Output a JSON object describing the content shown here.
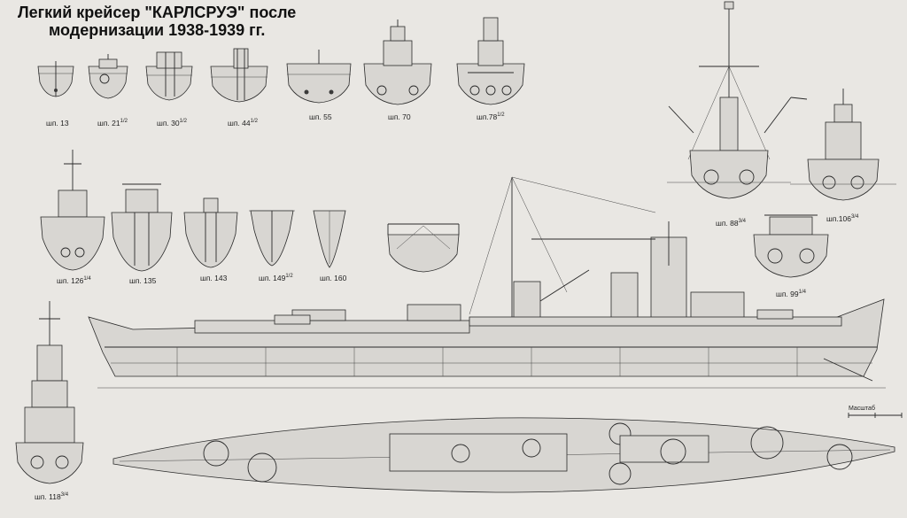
{
  "title": {
    "line1": "Легкий крейсер \"КАРЛСРУЭ\" после",
    "line2": "модернизации 1938-1939 гг."
  },
  "sections": [
    {
      "id": "s13",
      "label": "шп. 13"
    },
    {
      "id": "s21",
      "label": "шп. 21",
      "frac": "1/2"
    },
    {
      "id": "s30",
      "label": "шп. 30",
      "frac": "1/2"
    },
    {
      "id": "s44",
      "label": "шп. 44",
      "frac": "1/2"
    },
    {
      "id": "s55",
      "label": "шп. 55"
    },
    {
      "id": "s70",
      "label": "шп. 70"
    },
    {
      "id": "s78",
      "label": "шп.78",
      "frac": "1/2"
    },
    {
      "id": "s88",
      "label": "шп. 88",
      "frac": "3/4"
    },
    {
      "id": "s106",
      "label": "шп.106",
      "frac": "3/4"
    },
    {
      "id": "s126",
      "label": "шп. 126",
      "frac": "1/4"
    },
    {
      "id": "s135",
      "label": "шп. 135"
    },
    {
      "id": "s143",
      "label": "шп. 143"
    },
    {
      "id": "s149",
      "label": "шп. 149",
      "frac": "1/2"
    },
    {
      "id": "s160",
      "label": "шп. 160"
    },
    {
      "id": "s99",
      "label": "шп. 99",
      "frac": "1/4"
    },
    {
      "id": "s118",
      "label": "шп. 118",
      "frac": "3/4"
    }
  ],
  "scale_label": "Масштаб",
  "colors": {
    "paper": "#e9e7e3",
    "ink": "#2a2a2a"
  }
}
